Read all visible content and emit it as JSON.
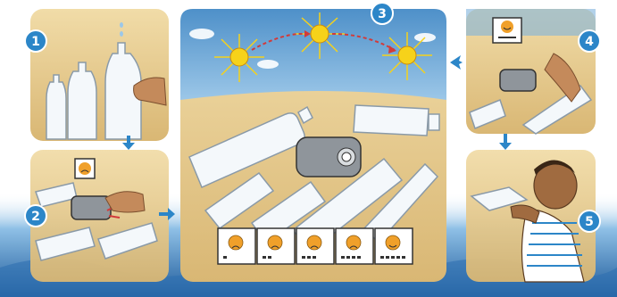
{
  "steps": [
    {
      "number": "1"
    },
    {
      "number": "2"
    },
    {
      "number": "3"
    },
    {
      "number": "4"
    },
    {
      "number": "5"
    }
  ],
  "indicator_sequence": [
    "sad",
    "sad",
    "sad",
    "sad",
    "happy"
  ],
  "colors": {
    "panel_sand": "#e9d39a",
    "sky": "#5f9fd0",
    "badge": "#2c86c8",
    "arrow": "#2c86c8",
    "sun": "#f6d21a",
    "sun_path": "#d23a3a",
    "water": "#2e6fb0"
  }
}
